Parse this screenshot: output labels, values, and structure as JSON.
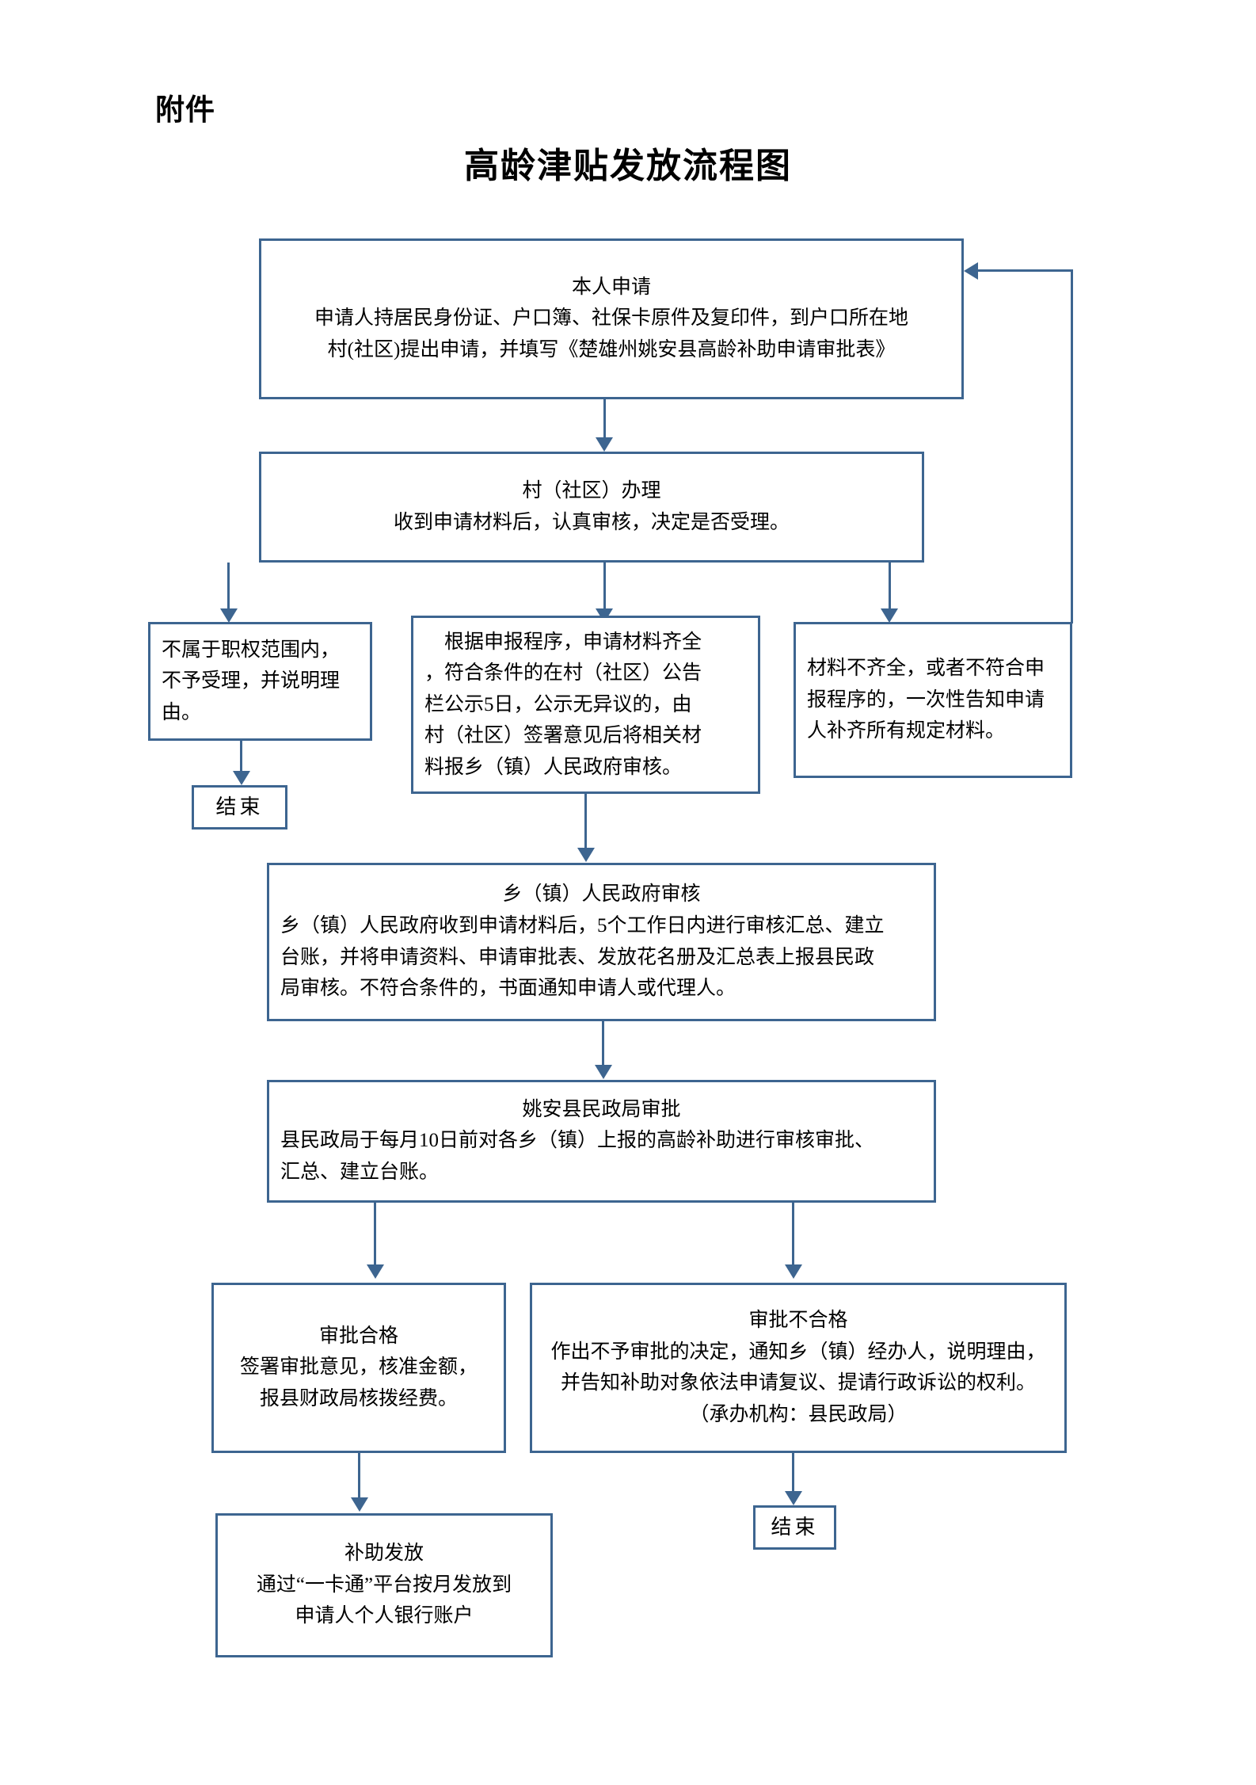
{
  "document": {
    "attachment_label": "附件",
    "title": "高龄津贴发放流程图"
  },
  "accent_color": "#3d6590",
  "nodes": {
    "apply": {
      "heading": "本人申请",
      "line1": "申请人持居民身份证、户口簿、社保卡原件及复印件，到户口所在地",
      "line2": "村(社区)提出申请，并填写《楚雄州姚安县高龄补助申请审批表》"
    },
    "village_process": {
      "heading": "村（社区）办理",
      "line1": "收到申请材料后，认真审核，决定是否受理。"
    },
    "out_of_scope": {
      "line1": "不属于职权范围内，",
      "line2": "不予受理，并说明理",
      "line3": "由。"
    },
    "end_left": {
      "label": "结束"
    },
    "publicize": {
      "line1": "　根据申报程序，申请材料齐全",
      "line2": "，符合条件的在村（社区）公告",
      "line3": "栏公示5日，公示无异议的，由",
      "line4": "村（社区）签署意见后将相关材",
      "line5": "料报乡（镇）人民政府审核。"
    },
    "incomplete": {
      "line1": "材料不齐全，或者不符合申",
      "line2": "报程序的，一次性告知申请",
      "line3": "人补齐所有规定材料。"
    },
    "township_review": {
      "heading": "乡（镇）人民政府审核",
      "line1": "乡（镇）人民政府收到申请材料后，5个工作日内进行审核汇总、建立",
      "line2": "台账，并将申请资料、申请审批表、发放花名册及汇总表上报县民政",
      "line3": "局审核。不符合条件的，书面通知申请人或代理人。"
    },
    "county_approval": {
      "heading": "姚安县民政局审批",
      "line1": "县民政局于每月10日前对各乡（镇）上报的高龄补助进行审核审批、",
      "line2": "汇总、建立台账。"
    },
    "approved": {
      "heading": "审批合格",
      "line1": "签署审批意见，核准金额，",
      "line2": "报县财政局核拨经费。"
    },
    "rejected": {
      "heading": "审批不合格",
      "line1": "作出不予审批的决定，通知乡（镇）经办人，说明理由，",
      "line2": "并告知补助对象依法申请复议、提请行政诉讼的权利。",
      "line3": "（承办机构：县民政局）"
    },
    "disbursement": {
      "heading": "补助发放",
      "line1": "通过“一卡通”平台按月发放到",
      "line2": "申请人个人银行账户"
    },
    "end_right": {
      "label": "结束"
    }
  }
}
